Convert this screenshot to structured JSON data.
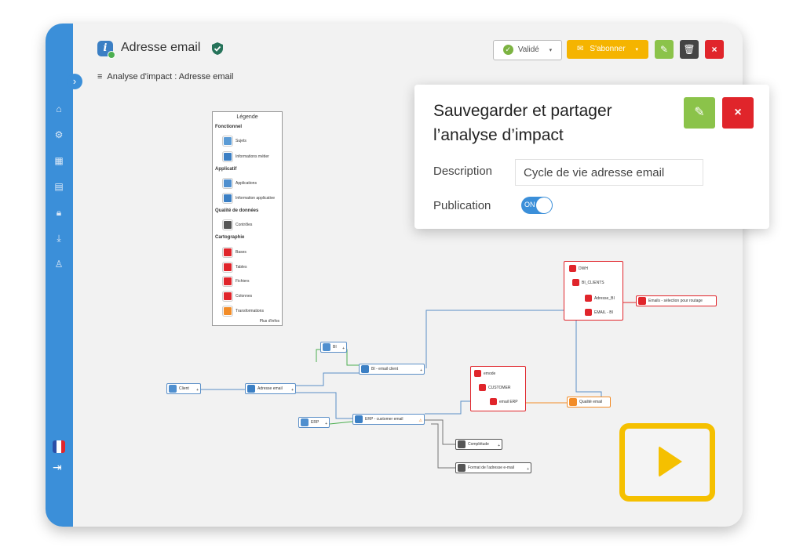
{
  "header": {
    "title": "Adresse email",
    "breadcrumb": "Analyse d'impact : Adresse email",
    "status_label": "Validé",
    "subscribe_label": "S'abonner"
  },
  "popup": {
    "title": "Sauvegarder et partager l’analyse d’impact",
    "description_label": "Description",
    "description_value": "Cycle de vie adresse email",
    "publication_label": "Publication",
    "toggle_label": "ON"
  },
  "legend": {
    "title": "Légende",
    "sections": {
      "fonctionnel": "Fonctionnel",
      "applicatif": "Applicatif",
      "qualite": "Qualité de données",
      "cartographie": "Cartographie"
    },
    "items": {
      "sujets": "Sujets",
      "informations_metier": "Informations métier",
      "applications": "Applications",
      "information_applicative": "Information applicative",
      "controles": "Contrôles",
      "bases": "Bases",
      "tables": "Tables",
      "fichiers": "Fichiers",
      "colonnes": "Colonnes",
      "transformations": "Transformations"
    },
    "more": "Plus d'infos"
  },
  "nodes": {
    "client": "Client",
    "adresse_email": "Adresse email",
    "bi": "BI",
    "bi_email_client": "BI - email client",
    "erp": "ERP",
    "erp_customer_email": "ERP - customer email",
    "emode": "emode",
    "customer": "CUSTOMER",
    "email_erp": "email ERP",
    "qualite_email": "Qualité email",
    "dwh": "DWH",
    "bi_clients": "BI_CLIENTS",
    "adresse_bi": "Adresse_BI",
    "email_bi": "EMAIL - BI",
    "emails_selection": "Emails - sélection pour routage",
    "completude": "Complétude",
    "format_adresse": "Format de l'adresse e-mail"
  },
  "colors": {
    "sidebar": "#3b8fd9",
    "accent_yellow": "#f5b400",
    "green": "#8bc34a",
    "red": "#e0252b",
    "blue_node": "#3b7fc4",
    "orange": "#f28c28"
  }
}
